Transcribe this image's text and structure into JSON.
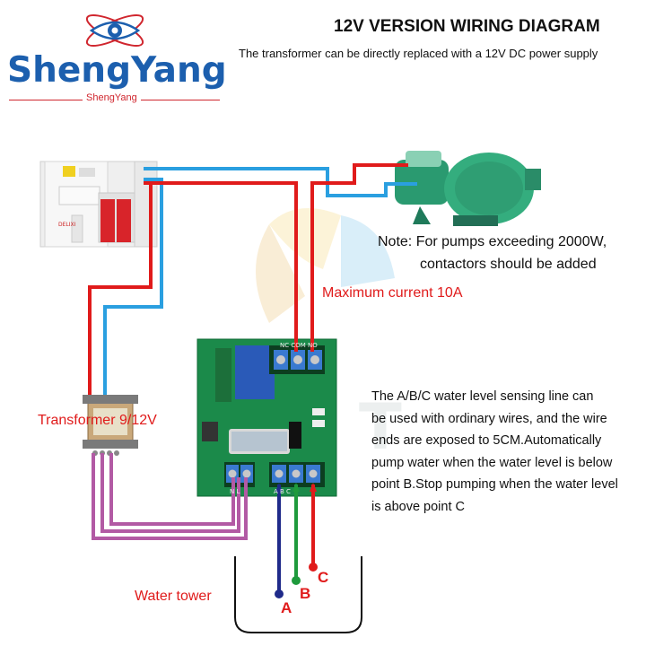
{
  "brand": {
    "name": "ShengYang",
    "tagline": "ShengYang"
  },
  "header": {
    "title": "12V VERSION WIRING DIAGRAM",
    "subtitle": "The transformer can be directly replaced with a 12V DC power supply"
  },
  "annotations": {
    "note_line1": "Note: For pumps exceeding 2000W,",
    "note_line2": "contactors should be added",
    "max_current": "Maximum current 10A",
    "sensing_lines": [
      "The A/B/C water level sensing line can",
      "be used with ordinary wires, and the wire",
      "ends are exposed to 5CM.Automatically",
      "pump water when the water level is below",
      "point B.Stop pumping when the water level",
      "is above point C"
    ],
    "transformer": "Transformer 9/12V",
    "water_tower": "Water tower"
  },
  "probes": {
    "a": "A",
    "b": "B",
    "c": "C"
  },
  "board": {
    "relay_terminals": "NC COM NO",
    "input_terminals": "N L",
    "sensor_terminals": "A B C"
  },
  "colors": {
    "live_wire": "#e01b1b",
    "neutral_wire": "#2a9fe0",
    "transformer_wire": "#b25aa4",
    "probe_a": "#1f2a8a",
    "probe_b": "#1e9a3c",
    "probe_c": "#e01b1b",
    "board": "#1b8a4a",
    "pump": "#2fa27a",
    "brand_blue": "#1c5fae"
  }
}
